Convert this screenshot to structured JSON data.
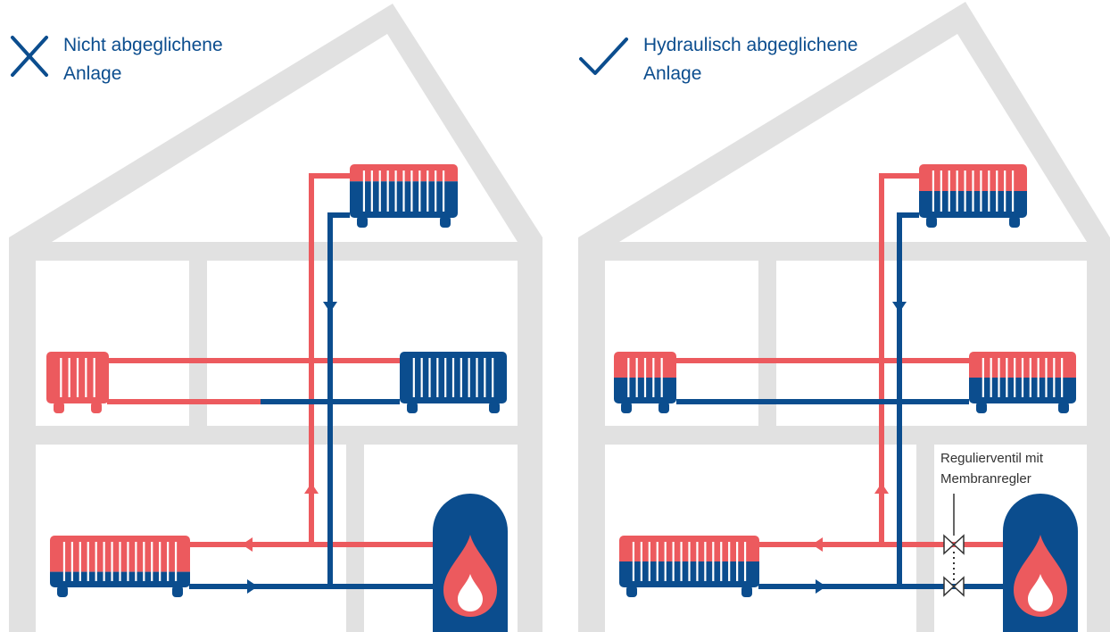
{
  "colors": {
    "house": "#e1e1e1",
    "hot": "#ec5a5e",
    "cold": "#0b4d8e",
    "text": "#0b4d8e",
    "valve_text": "#333333"
  },
  "panels": {
    "left": {
      "title_line1": "Nicht abgeglichene",
      "title_line2": "Anlage",
      "status_icon": "cross-icon"
    },
    "right": {
      "title_line1": "Hydraulisch abgeglichene",
      "title_line2": "Anlage",
      "status_icon": "check-icon",
      "valve_label_line1": "Regulierventil mit",
      "valve_label_line2": "Membranregler"
    }
  }
}
